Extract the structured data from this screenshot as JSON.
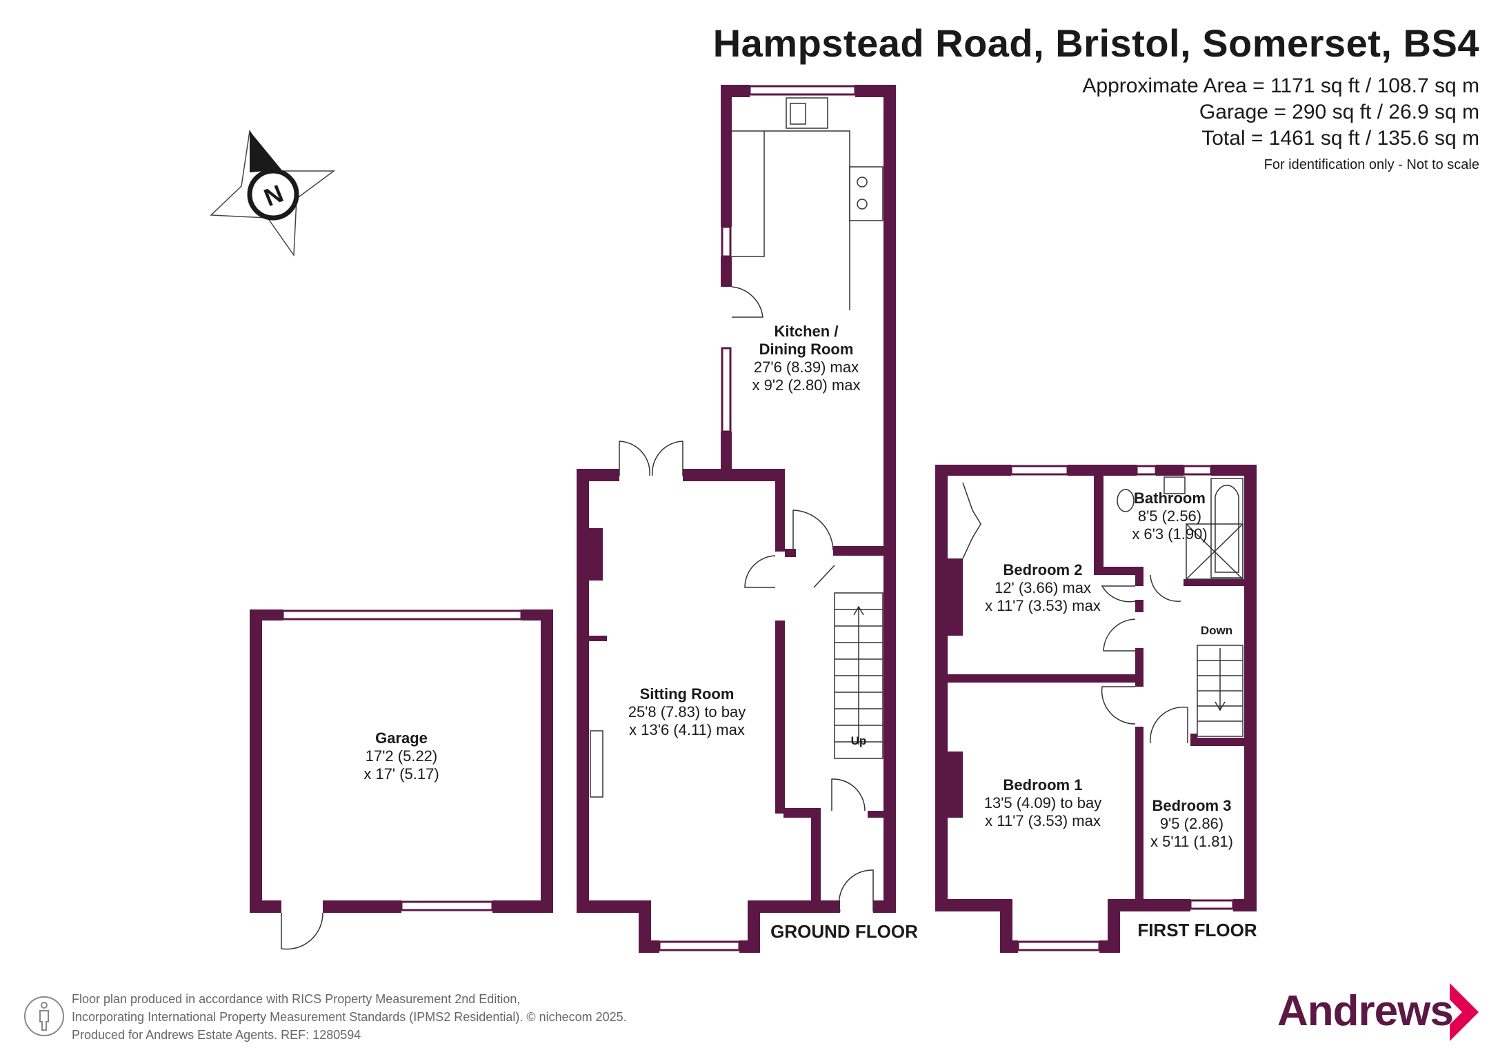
{
  "header": {
    "title": "Hampstead Road, Bristol, Somerset, BS4",
    "area_approx": "Approximate Area = 1171 sq ft / 108.7 sq m",
    "area_garage": "Garage = 290 sq ft / 26.9 sq m",
    "area_total": "Total = 1461 sq ft / 135.6 sq m",
    "note": "For identification only - Not to scale"
  },
  "compass": {
    "label": "N"
  },
  "rooms": {
    "kitchen": {
      "name1": "Kitchen /",
      "name2": "Dining Room",
      "dim1": "27'6 (8.39) max",
      "dim2": "x 9'2 (2.80) max"
    },
    "sitting": {
      "name": "Sitting Room",
      "dim1": "25'8 (7.83) to bay",
      "dim2": "x 13'6 (4.11) max"
    },
    "garage": {
      "name": "Garage",
      "dim1": "17'2 (5.22)",
      "dim2": "x 17' (5.17)"
    },
    "bedroom2": {
      "name": "Bedroom 2",
      "dim1": "12' (3.66) max",
      "dim2": "x 11'7 (3.53) max"
    },
    "bathroom": {
      "name": "Bathroom",
      "dim1": "8'5 (2.56)",
      "dim2": "x 6'3 (1.90)"
    },
    "bedroom1": {
      "name": "Bedroom 1",
      "dim1": "13'5 (4.09) to bay",
      "dim2": "x 11'7 (3.53) max"
    },
    "bedroom3": {
      "name": "Bedroom 3",
      "dim1": "9'5 (2.86)",
      "dim2": "x 5'11 (1.81)"
    }
  },
  "stairs": {
    "up": "Up",
    "down": "Down"
  },
  "floors": {
    "ground": "GROUND FLOOR",
    "first": "FIRST FLOOR"
  },
  "footer": {
    "line1": "Floor plan produced in accordance with RICS Property Measurement 2nd Edition,",
    "line2": "Incorporating International Property Measurement Standards (IPMS2 Residential).   © nichecom 2025.",
    "line3": "Produced for Andrews Estate Agents.   REF: 1280594"
  },
  "brand": {
    "name": "Andrews"
  },
  "colors": {
    "wall": "#5c1845",
    "accent": "#e2004f",
    "text": "#1a1a1a",
    "footer_text": "#666666"
  }
}
